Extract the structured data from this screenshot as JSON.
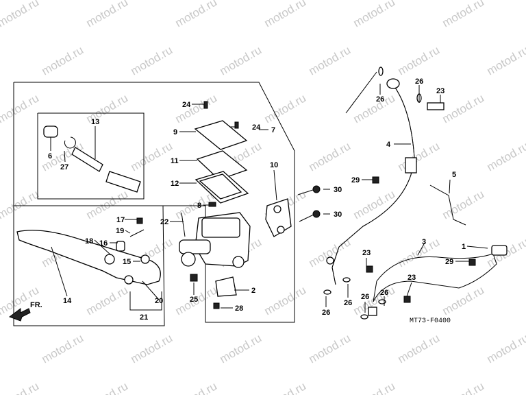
{
  "watermark": "motod.ru",
  "diagram_code": "MT73-F0400",
  "direction_label": "FR.",
  "callouts": [
    "1",
    "2",
    "3",
    "4",
    "5",
    "6",
    "7",
    "8",
    "9",
    "10",
    "11",
    "12",
    "13",
    "14",
    "15",
    "16",
    "17",
    "18",
    "19",
    "20",
    "21",
    "22",
    "23",
    "24",
    "25",
    "26",
    "27",
    "28",
    "29",
    "30"
  ],
  "callout_instances": [
    "24",
    "24",
    "9",
    "11",
    "12",
    "8",
    "7",
    "13",
    "6",
    "27",
    "10",
    "30",
    "30",
    "29",
    "4",
    "5",
    "26",
    "26",
    "23",
    "22",
    "17",
    "19",
    "16",
    "18",
    "15",
    "20",
    "21",
    "14",
    "25",
    "2",
    "28",
    "1",
    "29",
    "3",
    "23",
    "23",
    "26",
    "26",
    "26",
    "26"
  ]
}
